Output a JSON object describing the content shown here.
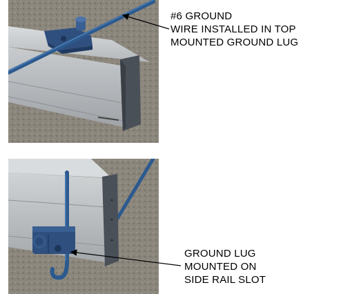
{
  "callouts": {
    "top": {
      "lines": [
        "#6 GROUND",
        "WIRE INSTALLED IN TOP",
        "MOUNTED GROUND LUG"
      ]
    },
    "bottom": {
      "lines": [
        "GROUND LUG",
        "MOUNTED ON",
        "SIDE RAIL SLOT"
      ]
    }
  },
  "colors": {
    "ground": "#8a847a",
    "rail": "#c3c6c8",
    "rail_shadow": "#8e9194",
    "endcap": "#4a5058",
    "hardware": "#2f4f7f",
    "wire": "#2c5a8f"
  }
}
